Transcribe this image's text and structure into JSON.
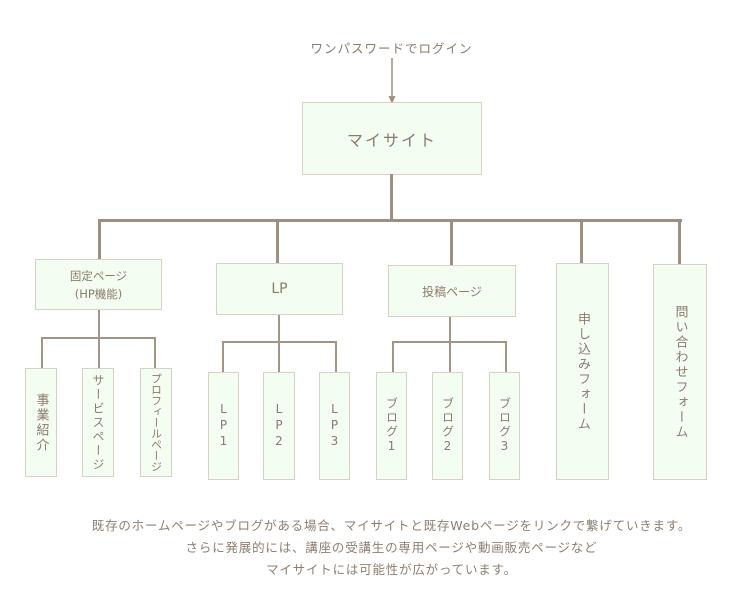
{
  "entry": {
    "label": "ワンパスワードでログイン"
  },
  "root": {
    "label": "マイサイト"
  },
  "categories": [
    {
      "label_line1": "固定ページ",
      "label_line2": "(HP機能)",
      "children": [
        "事業紹介",
        "サービスページ",
        "プロフィールページ"
      ]
    },
    {
      "label": "LP",
      "children": [
        "LP1",
        "LP2",
        "LP3"
      ]
    },
    {
      "label": "投稿ページ",
      "children": [
        "ブログ1",
        "ブログ2",
        "ブログ3"
      ]
    },
    {
      "label": "申し込みフォーム"
    },
    {
      "label": "問い合わせフォーム"
    }
  ],
  "footer": {
    "line1": "既存のホームページやブログがある場合、マイサイトと既存Webページをリンクで繋げていきます。",
    "line2": "さらに発展的には、講座の受講生の専用ページや動画販売ページなど",
    "line3": "マイサイトには可能性が広がっています。"
  },
  "colors": {
    "box_fill": "#f4fdf1",
    "box_border": "#d7d1c6",
    "connector": "#9e8f80",
    "text": "#8a7b6d"
  }
}
